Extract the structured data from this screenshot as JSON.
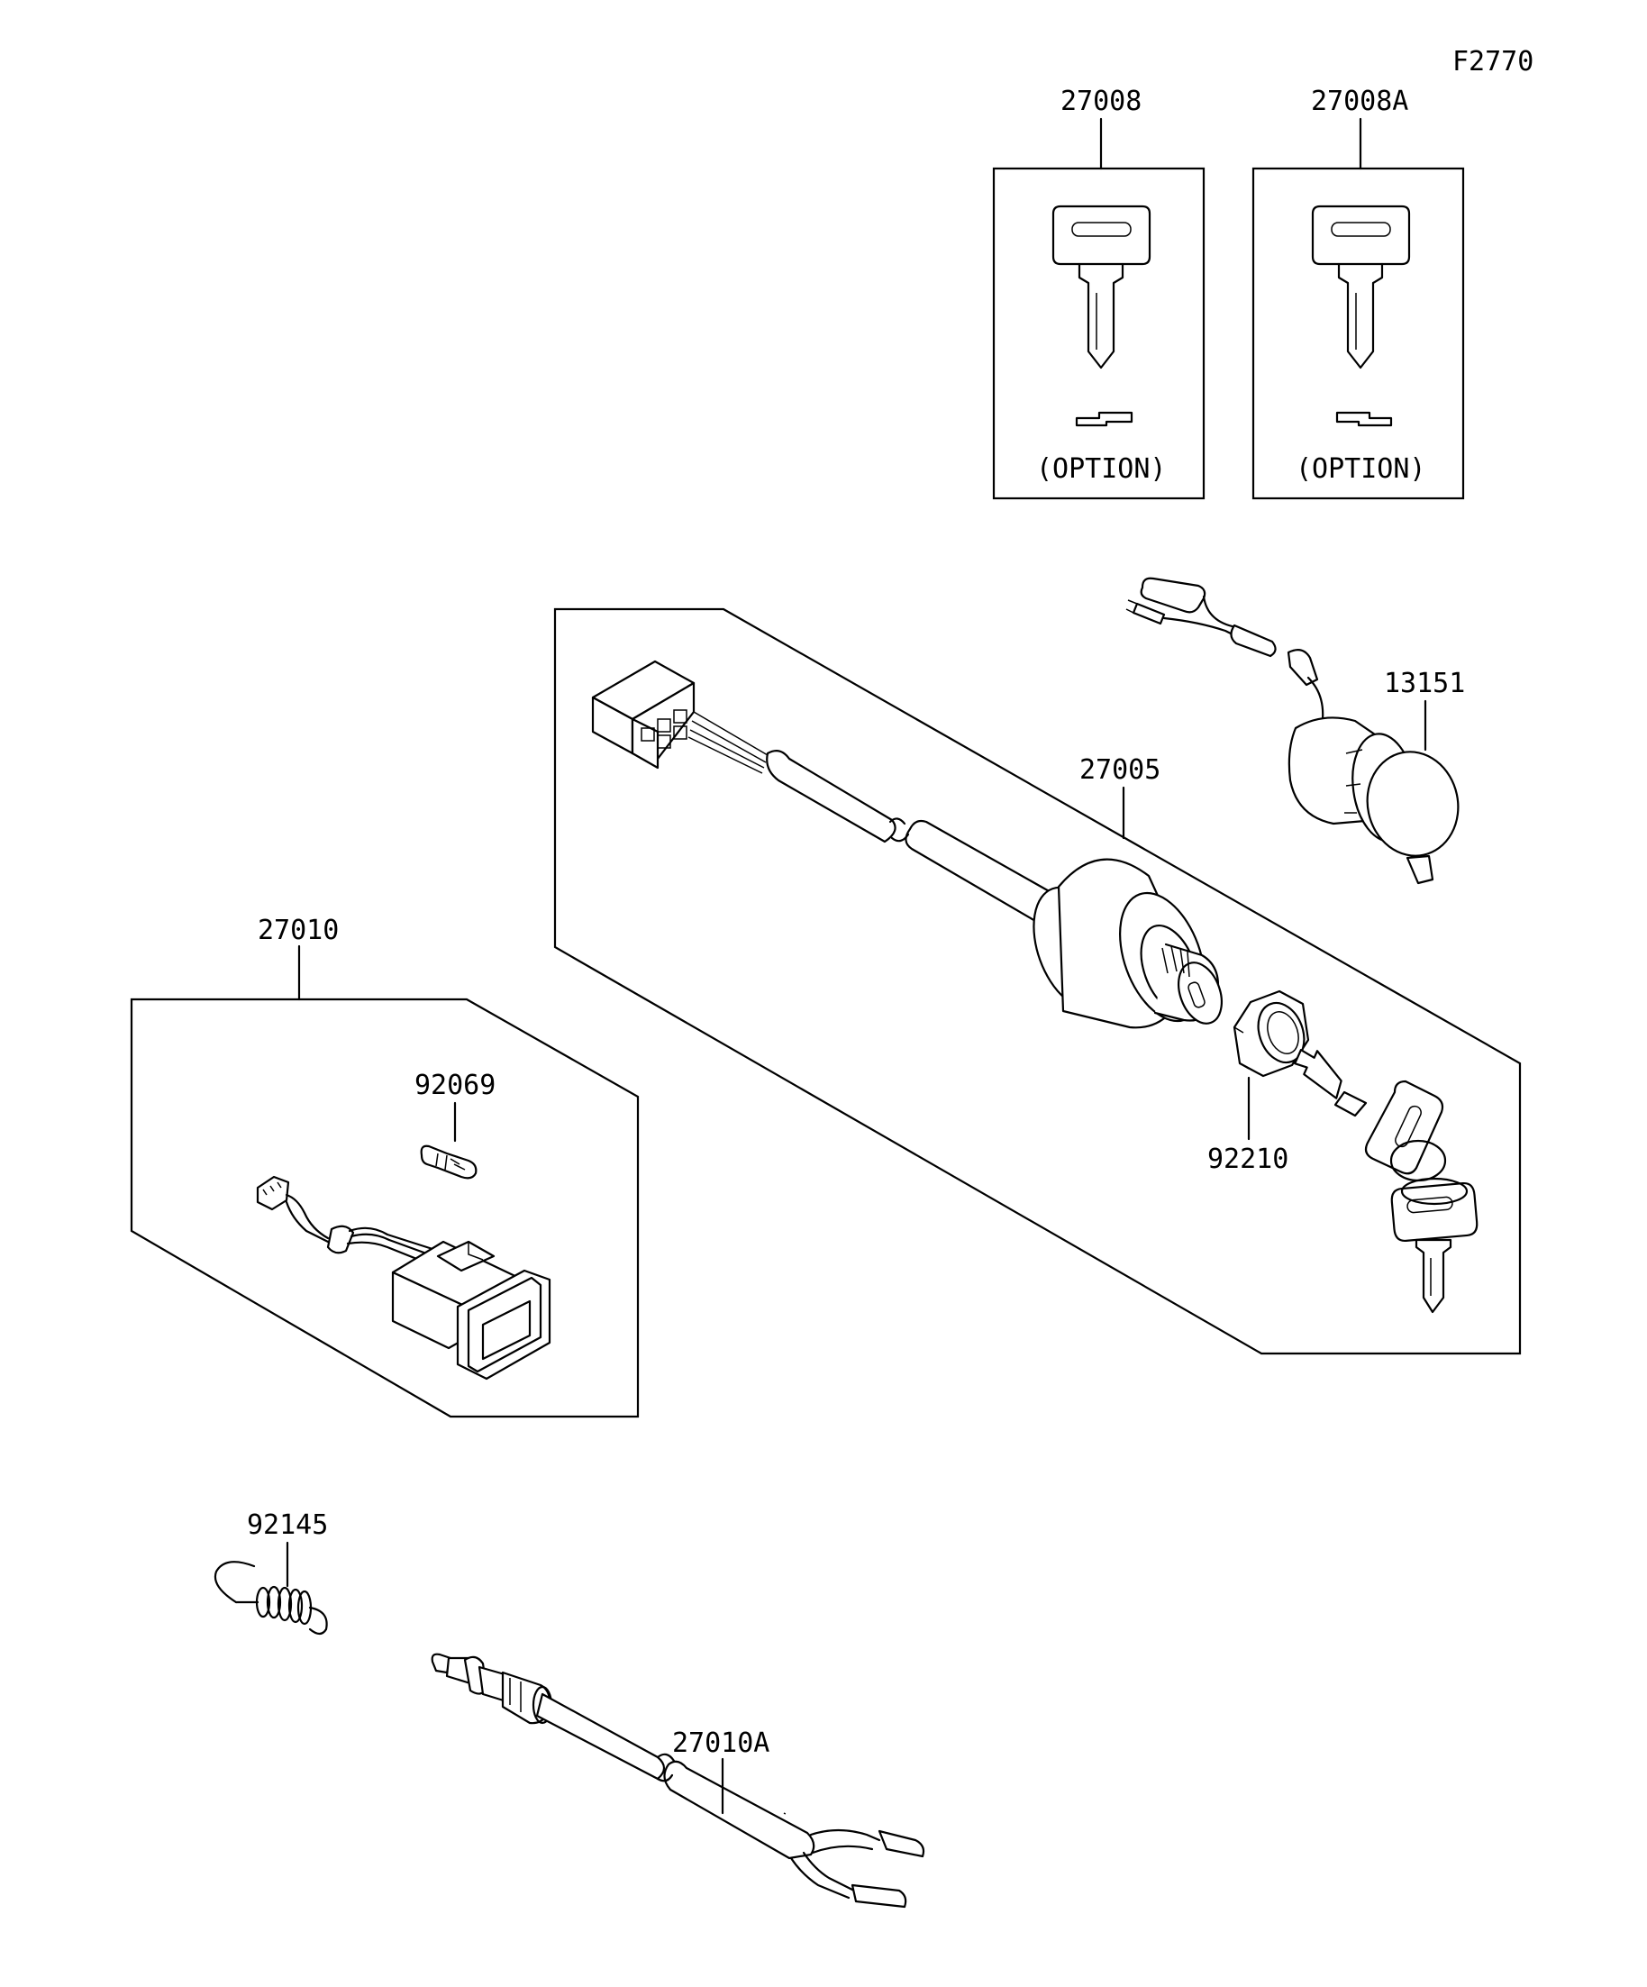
{
  "figure_code": "F2770",
  "option_label": "(OPTION)",
  "parts": {
    "p27008": "27008",
    "p27008A": "27008A",
    "p13151": "13151",
    "p27005": "27005",
    "p27010": "27010",
    "p92069": "92069",
    "p92210": "92210",
    "p92145": "92145",
    "p27010A": "27010A"
  }
}
